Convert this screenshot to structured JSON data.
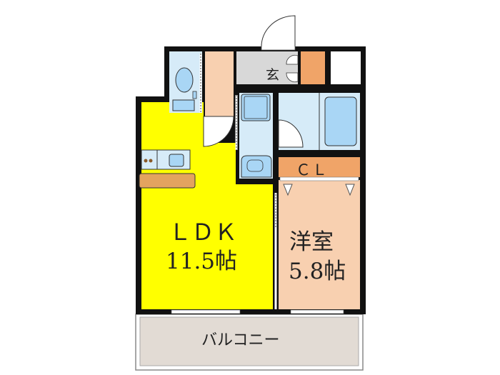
{
  "floorplan": {
    "rooms": {
      "ldk": {
        "name": "ＬＤＫ",
        "size": "11.5帖",
        "color": "#ffff00"
      },
      "western_room": {
        "name": "洋室",
        "size": "5.8帖",
        "color": "#f8d0b0"
      },
      "entrance": {
        "name": "玄",
        "color": "#d8d8d8"
      },
      "closet": {
        "name": "ＣＬ",
        "color": "#f0a468"
      },
      "balcony": {
        "name": "バルコニー",
        "color": "#e2dbd4"
      },
      "toilet": {
        "color": "#d6ebf8"
      },
      "washroom": {
        "color": "#d6ebf8"
      },
      "bathroom": {
        "color": "#d6ebf8"
      },
      "storage": {
        "color": "#f8d0b0"
      },
      "shoe_box": {
        "color": "#f0a468"
      }
    },
    "colors": {
      "wall": "#111111",
      "fixture_blue": "#a9d6f5",
      "counter": "#e3a35f"
    }
  }
}
